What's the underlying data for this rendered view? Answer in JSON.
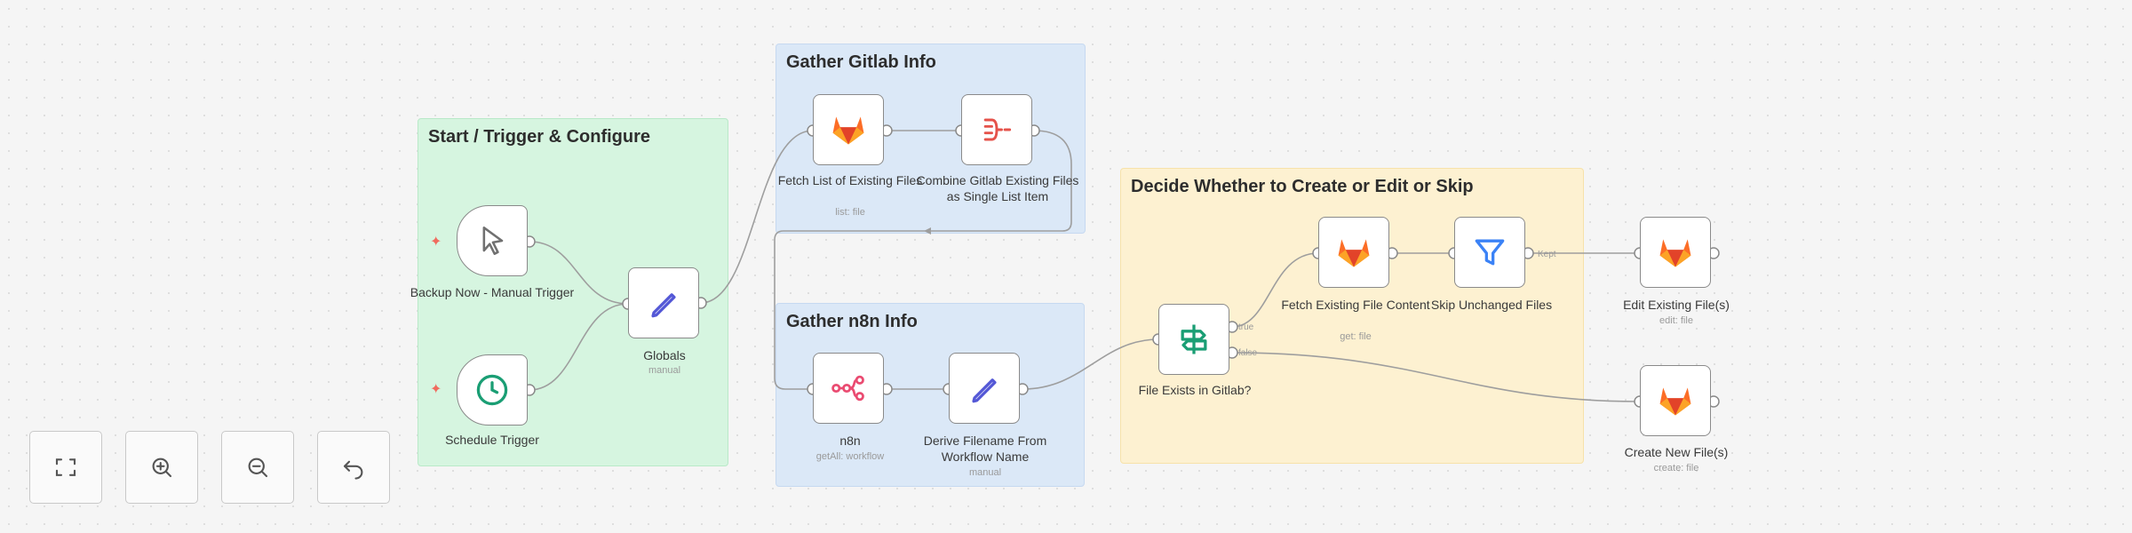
{
  "groups": {
    "start": "Start / Trigger & Configure",
    "gitlab": "Gather Gitlab Info",
    "n8n": "Gather n8n Info",
    "decide": "Decide Whether to Create or Edit or Skip"
  },
  "nodes": {
    "backup_trigger": {
      "label": "Backup Now - Manual Trigger",
      "icon": "cursor-icon"
    },
    "schedule_trigger": {
      "label": "Schedule Trigger",
      "icon": "clock-icon"
    },
    "globals": {
      "label": "Globals",
      "sub": "manual",
      "icon": "pen-icon"
    },
    "fetch_list": {
      "label": "Fetch List of Existing Files",
      "sub": "list: file",
      "icon": "gitlab-icon"
    },
    "combine": {
      "label": "Combine Gitlab Existing Files as Single List Item",
      "icon": "aggregate-icon"
    },
    "n8n": {
      "label": "n8n",
      "sub": "getAll: workflow",
      "icon": "n8n-icon"
    },
    "derive": {
      "label": "Derive Filename From Workflow Name",
      "sub": "manual",
      "icon": "pen-icon"
    },
    "file_exists": {
      "label": "File Exists in Gitlab?",
      "icon": "signpost-icon"
    },
    "fetch_content": {
      "label": "Fetch Existing File Content",
      "sub": "get: file",
      "icon": "gitlab-icon"
    },
    "skip_unchanged": {
      "label": "Skip Unchanged Files",
      "icon": "filter-icon"
    },
    "edit_existing": {
      "label": "Edit Existing File(s)",
      "sub": "edit: file",
      "icon": "gitlab-icon"
    },
    "create_new": {
      "label": "Create New File(s)",
      "sub": "create: file",
      "icon": "gitlab-icon"
    }
  },
  "edge_labels": {
    "true": "true",
    "false": "false",
    "kept": "Kept"
  },
  "toolbar": [
    "fit-view-icon",
    "zoom-in-icon",
    "zoom-out-icon",
    "undo-icon"
  ],
  "colors": {
    "gitlab_orange": "#e24329",
    "n8n_pink": "#ea4b71",
    "accent_green": "#1a9e74",
    "accent_blue": "#3b82f6"
  }
}
